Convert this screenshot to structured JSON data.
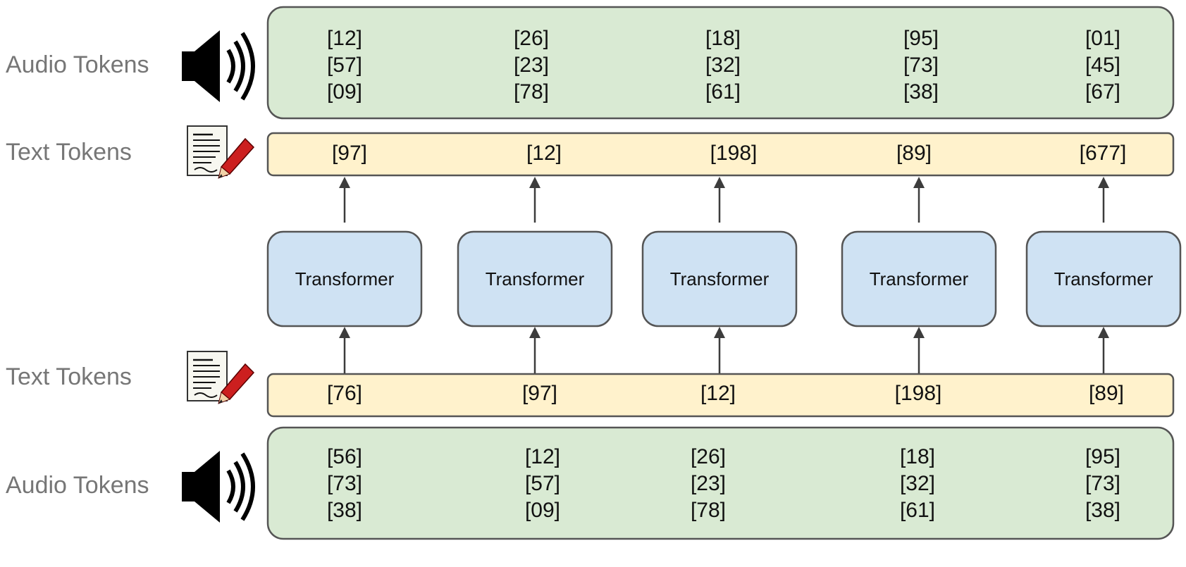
{
  "labels": {
    "output_audio": "Audio Tokens",
    "output_text": "Text Tokens",
    "input_text": "Text Tokens",
    "input_audio": "Audio Tokens"
  },
  "icons": {
    "audio": "speaker-icon",
    "text": "document-pencil-icon"
  },
  "colors": {
    "audio_band": "#d9ead3",
    "text_band": "#fff2cc",
    "transformer_box": "#cfe2f3",
    "outline": "#555555",
    "side_label": "#767676"
  },
  "output_audio_tokens": [
    [
      "[12]",
      "[57]",
      "[09]"
    ],
    [
      "[26]",
      "[23]",
      "[78]"
    ],
    [
      "[18]",
      "[32]",
      "[61]"
    ],
    [
      "[95]",
      "[73]",
      "[38]"
    ],
    [
      "[01]",
      "[45]",
      "[67]"
    ]
  ],
  "output_text_tokens": [
    "[97]",
    "[12]",
    "[198]",
    "[89]",
    "[677]"
  ],
  "transformers": [
    "Transformer",
    "Transformer",
    "Transformer",
    "Transformer",
    "Transformer"
  ],
  "input_text_tokens": [
    "[76]",
    "[97]",
    "[12]",
    "[198]",
    "[89]"
  ],
  "input_audio_tokens": [
    [
      "[56]",
      "[73]",
      "[38]"
    ],
    [
      "[12]",
      "[57]",
      "[09]"
    ],
    [
      "[26]",
      "[23]",
      "[78]"
    ],
    [
      "[18]",
      "[32]",
      "[61]"
    ],
    [
      "[95]",
      "[73]",
      "[38]"
    ]
  ]
}
